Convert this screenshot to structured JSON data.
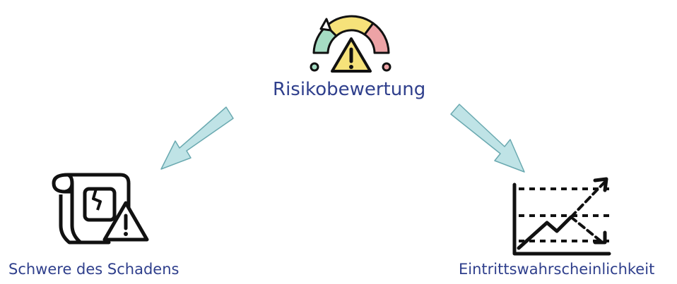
{
  "diagram": {
    "top_node": {
      "label": "Risikobewertung",
      "icon": "risk-gauge-warning-icon"
    },
    "left_node": {
      "label": "Schwere des Schadens",
      "icon": "damage-document-warning-icon"
    },
    "right_node": {
      "label": "Eintrittswahrscheinlichkeit",
      "icon": "probability-trend-chart-icon"
    },
    "colors": {
      "label_text": "#2f3f8c",
      "arrow_fill": "#bfe3e6",
      "arrow_stroke": "#6aa9b0",
      "gauge_green": "#a5dcc3",
      "gauge_yellow": "#f6e27a",
      "gauge_red": "#eda3a6",
      "outline": "#111111"
    }
  }
}
